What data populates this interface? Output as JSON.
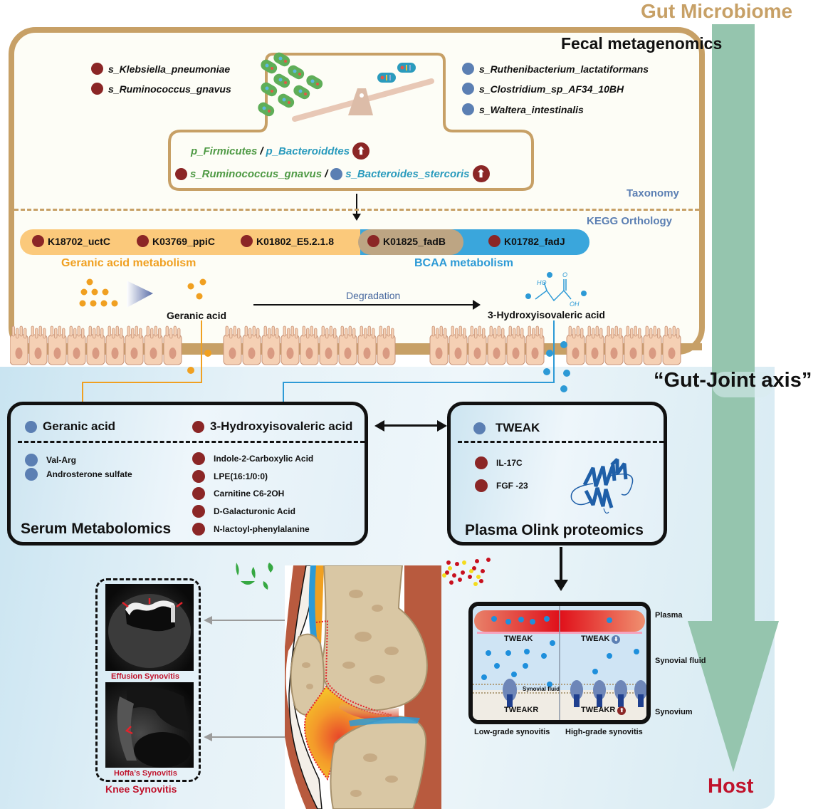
{
  "header": {
    "gut_microbiome": "Gut Microbiome",
    "host": "Host",
    "gut_joint_axis": "“Gut-Joint axis”"
  },
  "colors": {
    "gut_border": "#c7a066",
    "increased": "#8b2626",
    "decreased": "#5b7fb3",
    "flow_arrow": "#95c5ae",
    "geranic": "#f0a021",
    "bcaa": "#2d9ad6",
    "highlight_red": "#c0132c"
  },
  "fecal": {
    "title": "Fecal metagenomics",
    "species_left": [
      {
        "name": "s_Klebsiella_pneumoniae",
        "direction": "increased"
      },
      {
        "name": "s_Ruminococcus_gnavus",
        "direction": "increased"
      }
    ],
    "species_right": [
      {
        "name": "s_Ruthenibacterium_lactatiformans",
        "direction": "decreased"
      },
      {
        "name": "s_Clostridium_sp_AF34_10BH",
        "direction": "decreased"
      },
      {
        "name": "s_Waltera_intestinalis",
        "direction": "decreased"
      }
    ],
    "ratio1": {
      "numerator": "p_Firmicutes",
      "separator": "/",
      "denominator": "p_Bacteroiddtes",
      "trend_icon": "up-arrow-icon",
      "trend_glyph": "⬆"
    },
    "ratio2": {
      "numerator": "s_Ruminococcus_gnavus",
      "separator": "/",
      "denominator": "s_Bacteroides_stercoris",
      "trend_icon": "up-arrow-icon",
      "trend_glyph": "⬆"
    },
    "taxonomy_label": "Taxonomy",
    "kegg_label": "KEGG Orthology",
    "kegg_items": [
      {
        "id": "K18702_uctC",
        "pathway": "Geranic acid metabolism"
      },
      {
        "id": "K03769_ppiC",
        "pathway": "Geranic acid metabolism"
      },
      {
        "id": "K01802_E5.2.1.8",
        "pathway": "Geranic acid metabolism"
      },
      {
        "id": "K01825_fadB",
        "pathway": "Both"
      },
      {
        "id": "K01782_fadJ",
        "pathway": "BCAA metabolism"
      }
    ],
    "pathway_geranic": "Geranic acid metabolism",
    "pathway_bcaa": "BCAA metabolism",
    "geranic_label": "Geranic acid",
    "degradation_label": "Degradation",
    "hiva_label": "3-Hydroxyisovaleric acid",
    "chem_labels": {
      "ho": "HO",
      "o": "O",
      "oh": "OH"
    }
  },
  "serum": {
    "title": "Serum Metabolomics",
    "head_left": {
      "name": "Geranic acid",
      "direction": "decreased"
    },
    "head_right": {
      "name": "3-Hydroxyisovaleric acid",
      "direction": "increased"
    },
    "items_left": [
      {
        "name": "Val-Arg",
        "direction": "decreased"
      },
      {
        "name": "Androsterone sulfate",
        "direction": "decreased"
      }
    ],
    "items_right": [
      {
        "name": "Indole-2-Carboxylic Acid",
        "direction": "increased"
      },
      {
        "name": "LPE(16:1/0:0)",
        "direction": "increased"
      },
      {
        "name": "Carnitine C6-2OH",
        "direction": "increased"
      },
      {
        "name": "D-Galacturonic Acid",
        "direction": "increased"
      },
      {
        "name": "N-lactoyl-phenylalanine",
        "direction": "increased"
      }
    ]
  },
  "olink": {
    "title": "Plasma Olink proteomics",
    "head": {
      "name": "TWEAK",
      "direction": "decreased"
    },
    "items": [
      {
        "name": "IL-17C",
        "direction": "increased"
      },
      {
        "name": "FGF -23",
        "direction": "increased"
      }
    ]
  },
  "mri": {
    "caption_top": "Effusion Synovitis",
    "caption_bottom": "Hoffa’s Synovitis",
    "group_label": "Knee Synovitis"
  },
  "tweak_panel": {
    "top_left": "TWEAK",
    "top_right": "TWEAK",
    "bottom_left": "TWEAKR",
    "bottom_right": "TWEAKR",
    "inner_label": "Synovial fluid",
    "side_labels": [
      "Plasma",
      "Synovial fluid",
      "Synovium"
    ],
    "caption_left": "Low-grade synovitis",
    "caption_right": "High-grade synovitis",
    "tweak_trend_glyph": "⬇",
    "tweakr_trend_glyph": "⬆"
  }
}
